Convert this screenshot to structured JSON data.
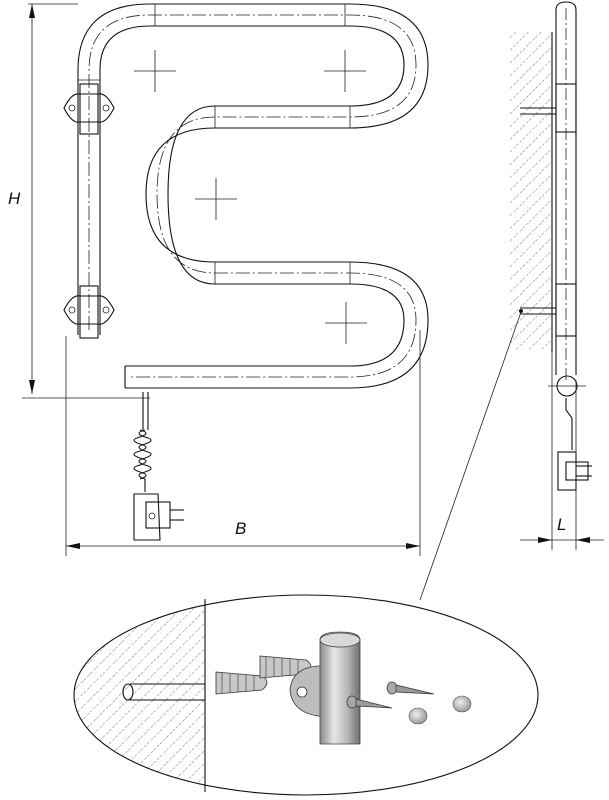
{
  "dimensions": {
    "height_label": "H",
    "width_label": "B",
    "depth_label": "L"
  },
  "colors": {
    "ink": "#111111",
    "hatch": "#444444",
    "metal_light": "#d9d9d9",
    "metal_dark": "#7a7a7a"
  },
  "icons": [
    "center-cross-icon",
    "wall-mount-bracket-icon",
    "power-plug-icon",
    "dowel-icon",
    "screw-icon",
    "cap-icon"
  ]
}
